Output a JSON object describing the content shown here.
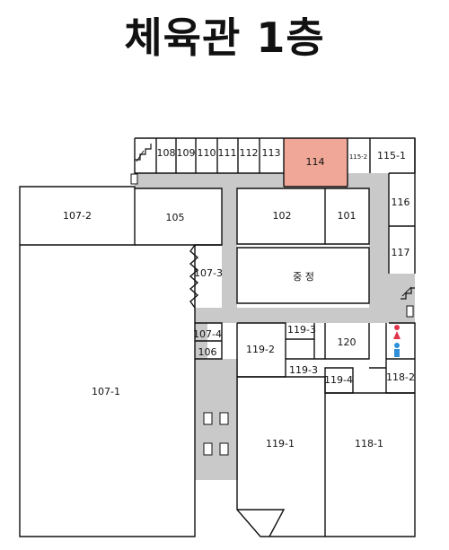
{
  "title": "체육관 1층",
  "colors": {
    "highlight": "#f0a798",
    "corridor": "#c9c9c9",
    "wall": "#111111",
    "female_icon": "#e0344a",
    "male_icon": "#2f8fd8"
  },
  "icons": [
    "stairs-icon",
    "elevator-icon",
    "female-restroom-icon",
    "male-restroom-icon",
    "door-icon"
  ],
  "rooms": {
    "r108": "108",
    "r109": "109",
    "r110": "110",
    "r111": "111",
    "r112": "112",
    "r113": "113",
    "r114": "114",
    "r115_2": "115-2",
    "r115_1": "115-1",
    "r116": "116",
    "r117": "117",
    "r107_2": "107-2",
    "r105": "105",
    "r102": "102",
    "r101": "101",
    "r107_3": "107-3",
    "courtyard": "중 정",
    "r107_4": "107-4",
    "r106": "106",
    "r119_3a": "119-3",
    "r120": "120",
    "r119_2": "119-2",
    "r119_3b": "119-3",
    "r119_4": "119-4",
    "r118_2": "118-2",
    "r107_1": "107-1",
    "r119_1": "119-1",
    "r118_1": "118-1"
  },
  "highlighted_room": "114"
}
